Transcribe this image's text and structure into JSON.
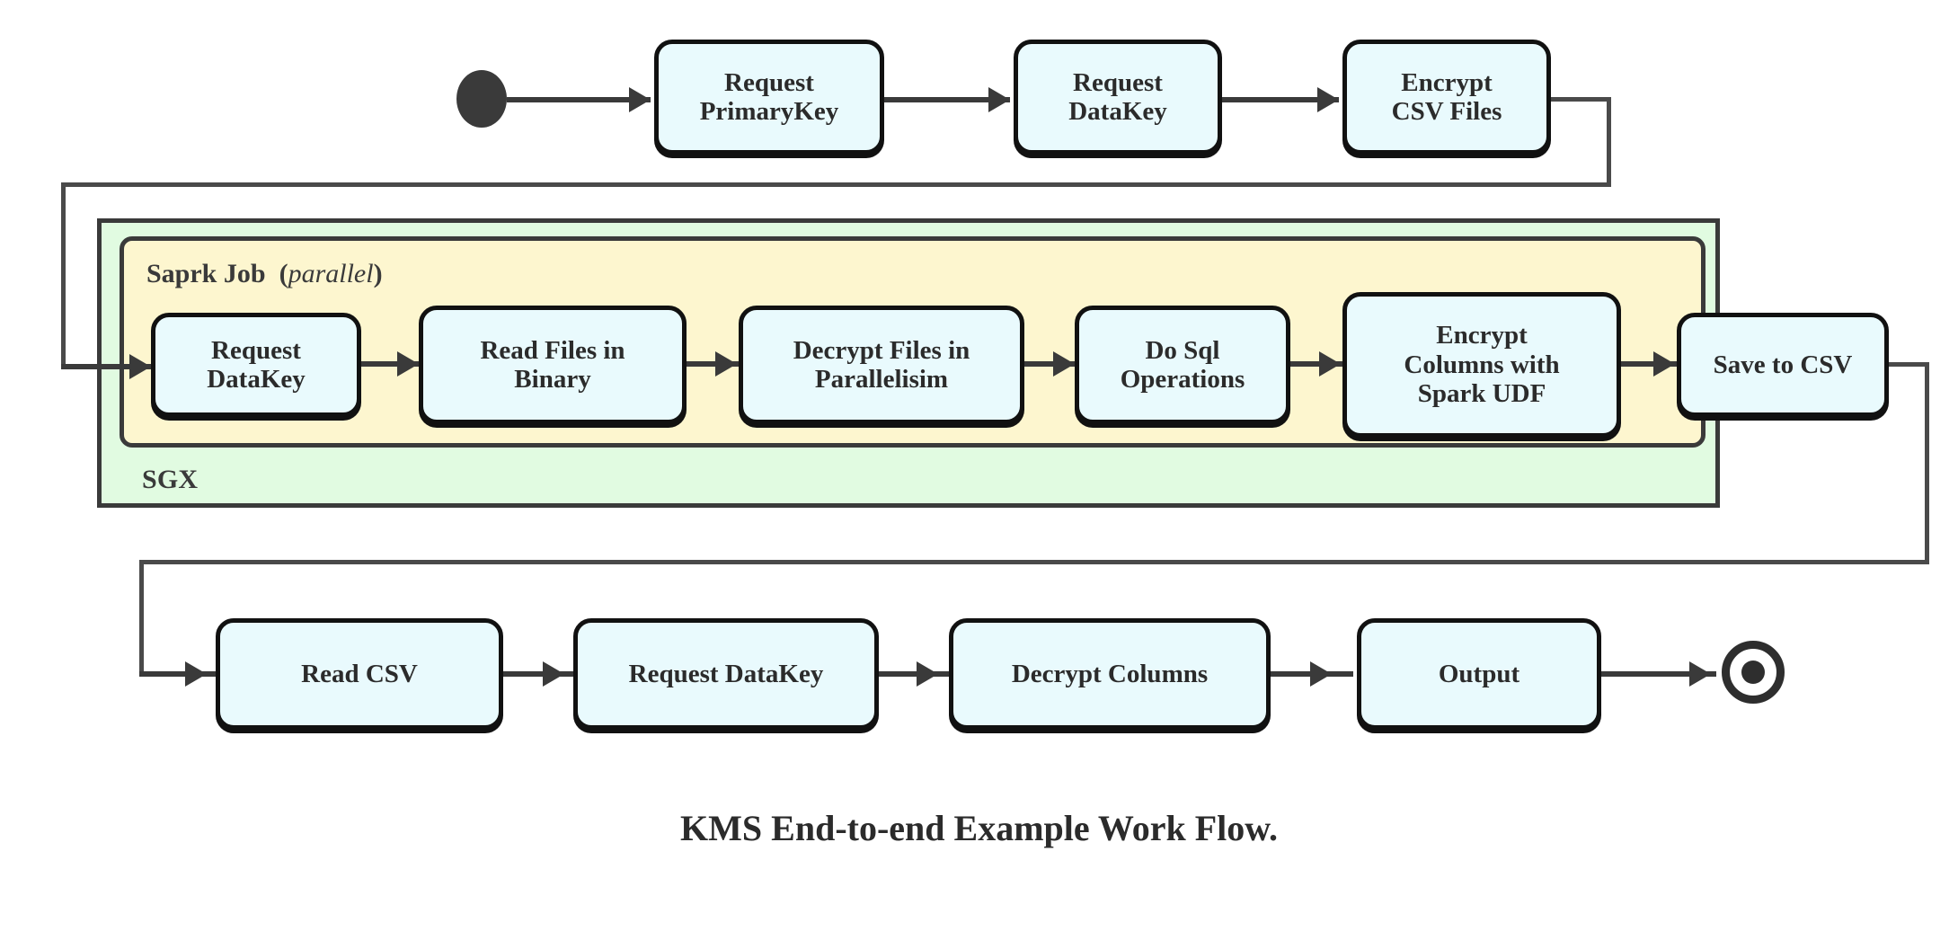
{
  "diagram": {
    "caption": "KMS End-to-end Example Work Flow.",
    "colors": {
      "node_fill": "#e9fafd",
      "node_border": "#111111",
      "sgx_fill": "#e1fbe1",
      "spark_fill": "#fdf6cf",
      "container_border": "#3a3a3a",
      "edge": "#3a3a3a",
      "background": "#ffffff",
      "text": "#2b2b2b"
    },
    "markers": {
      "start_label": "start-node",
      "end_label": "end-node"
    },
    "containers": [
      {
        "id": "sgx",
        "label": "SGX",
        "label_position": "bottom-left",
        "fill": "#e1fbe1"
      },
      {
        "id": "spark-job",
        "label": "Saprk Job",
        "annotation_open": "(",
        "annotation": "parallel",
        "annotation_close": ")",
        "label_position": "top-left",
        "fill": "#fdf6cf"
      }
    ],
    "rows": {
      "top": [
        {
          "id": "request-primarykey",
          "lines": [
            "Request",
            "PrimaryKey"
          ]
        },
        {
          "id": "request-datakey-top",
          "lines": [
            "Request",
            "DataKey"
          ]
        },
        {
          "id": "encrypt-csv-files",
          "lines": [
            "Encrypt",
            "CSV Files"
          ]
        }
      ],
      "spark": [
        {
          "id": "request-datakey-spark",
          "lines": [
            "Request",
            "DataKey"
          ]
        },
        {
          "id": "read-files-in-binary",
          "lines": [
            "Read Files in",
            "Binary"
          ]
        },
        {
          "id": "decrypt-files-in-parallelisim",
          "lines": [
            "Decrypt Files in",
            "Parallelisim"
          ]
        },
        {
          "id": "do-sql-operations",
          "lines": [
            "Do Sql",
            "Operations"
          ]
        },
        {
          "id": "encrypt-columns-with-spark-udf",
          "lines": [
            "Encrypt",
            "Columns with",
            "Spark UDF"
          ]
        },
        {
          "id": "save-to-csv",
          "lines": [
            "Save to CSV"
          ]
        }
      ],
      "bottom": [
        {
          "id": "read-csv",
          "lines": [
            "Read CSV"
          ]
        },
        {
          "id": "request-datakey-bottom",
          "lines": [
            "Request DataKey"
          ]
        },
        {
          "id": "decrypt-columns",
          "lines": [
            "Decrypt Columns"
          ]
        },
        {
          "id": "output",
          "lines": [
            "Output"
          ]
        }
      ]
    }
  }
}
